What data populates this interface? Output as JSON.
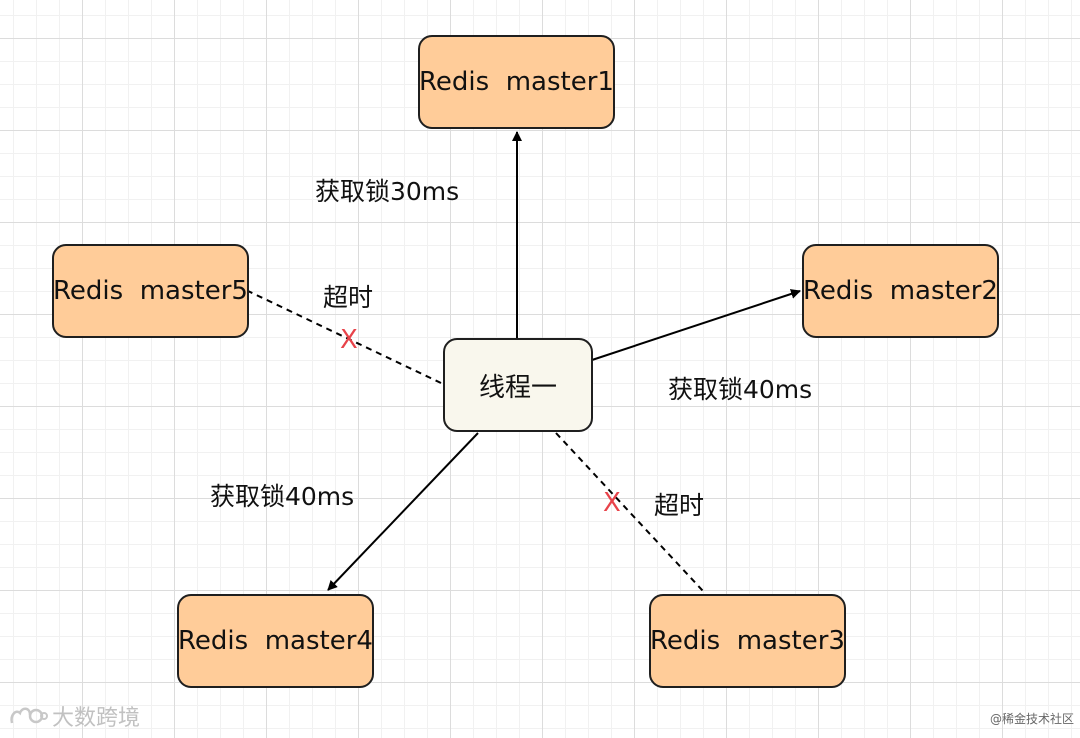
{
  "nodes": {
    "master1": "Redis  master1",
    "master2": "Redis  master2",
    "master3": "Redis  master3",
    "master4": "Redis  master4",
    "master5": "Redis  master5",
    "thread": "线程一"
  },
  "edges": {
    "to_master1": "获取锁30ms",
    "to_master2": "获取锁40ms",
    "to_master4": "获取锁40ms",
    "to_master5": "超时",
    "to_master3": "超时"
  },
  "failure_mark": "X",
  "watermark": {
    "left": "大数跨境",
    "right": "@稀金技术社区"
  },
  "colors": {
    "master_fill": "#ffcc99",
    "thread_fill": "#f9f7ed",
    "failure": "#e8434a"
  }
}
